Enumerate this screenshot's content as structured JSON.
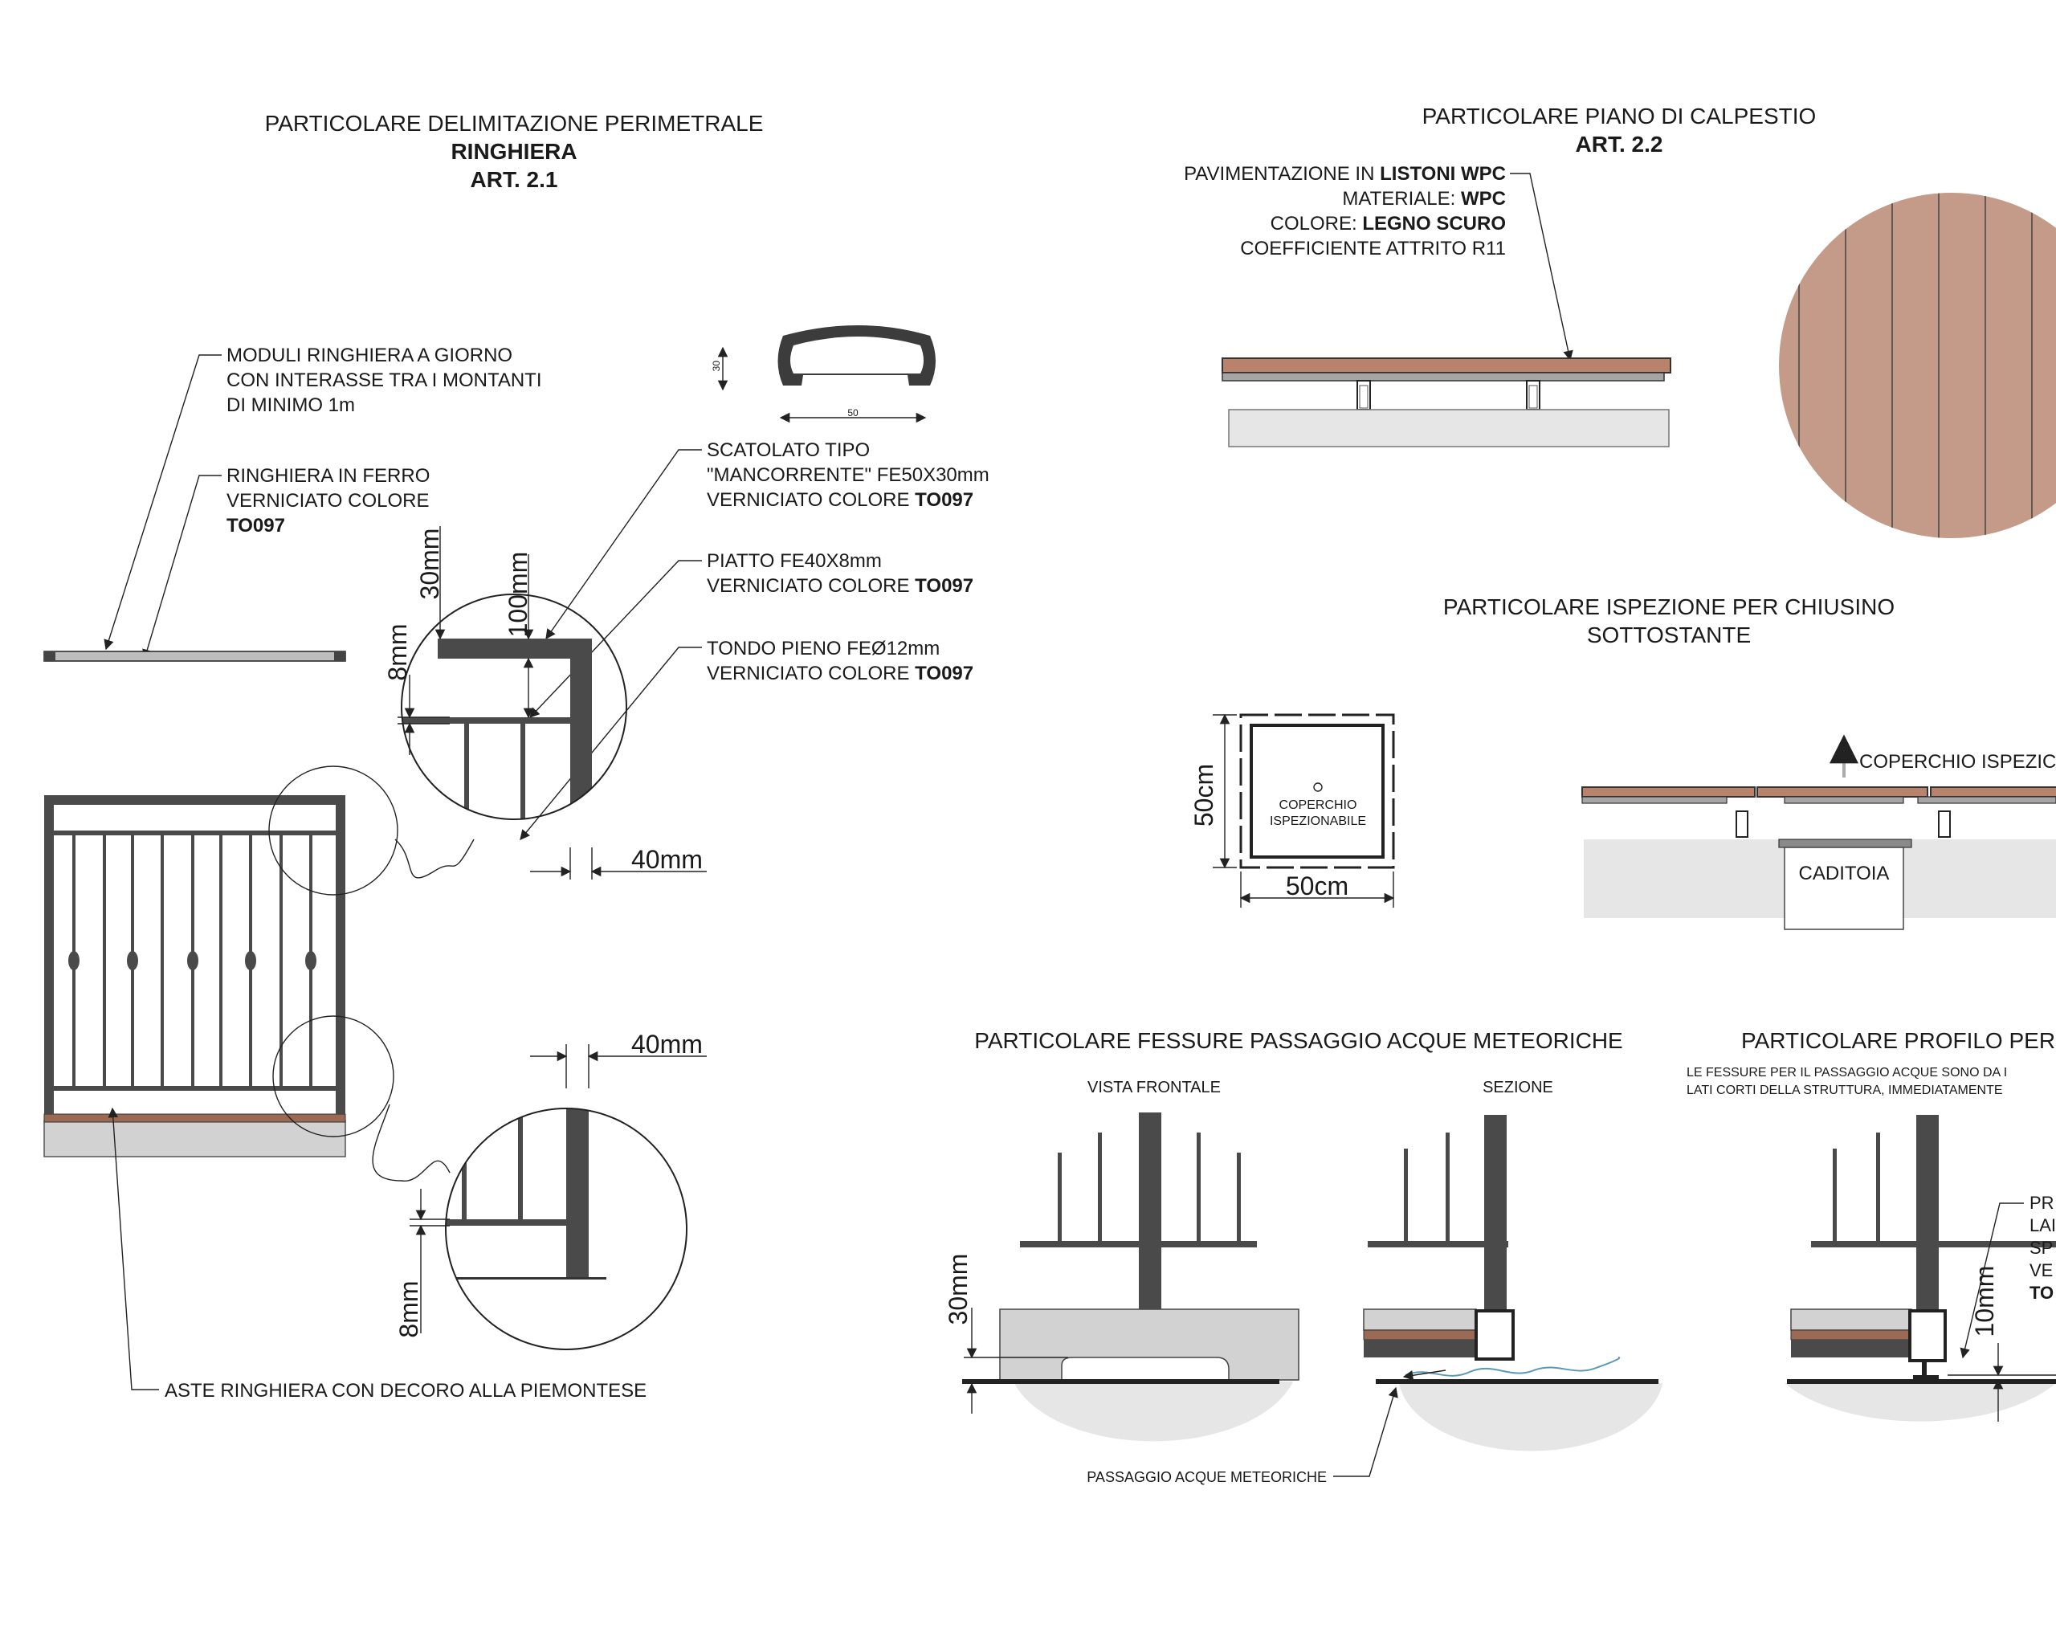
{
  "ringhiera": {
    "title": "PARTICOLARE DELIMITAZIONE PERIMETRALE",
    "subtitle": "RINGHIERA",
    "art": "ART. 2.1",
    "note_moduli": [
      "MODULI RINGHIERA A GIORNO",
      "CON INTERASSE TRA I MONTANTI",
      "DI MINIMO 1m"
    ],
    "note_ferro": [
      "RINGHIERA IN FERRO",
      "VERNICIATO COLORE",
      "TO097"
    ],
    "note_scatolato": [
      "SCATOLATO TIPO",
      "\"MANCORRENTE\" FE50X30mm",
      "VERNICIATO COLORE ",
      "TO097"
    ],
    "note_piatto": [
      "PIATTO FE40X8mm",
      "VERNICIATO COLORE ",
      "TO097"
    ],
    "note_tondo": [
      "TONDO PIENO FEØ12mm",
      "VERNICIATO COLORE ",
      "TO097"
    ],
    "note_aste": "ASTE RINGHIERA CON DECORO ALLA PIEMONTESE",
    "dim_profile_h": "30",
    "dim_profile_w": "50",
    "dim_30mm": "30mm",
    "dim_100mm": "100mm",
    "dim_8mm_top": "8mm",
    "dim_40mm_top": "40mm",
    "dim_40mm_bottom": "40mm",
    "dim_8mm_bottom": "8mm"
  },
  "calpestio": {
    "title": "PARTICOLARE PIANO DI CALPESTIO",
    "art": "ART. 2.2",
    "note": [
      {
        "plain": "PAVIMENTAZIONE IN ",
        "bold": "LISTONI WPC"
      },
      {
        "plain": "MATERIALE: ",
        "bold": "WPC"
      },
      {
        "plain": "COLORE: ",
        "bold": "LEGNO SCURO"
      },
      {
        "plain": "COEFFICIENTE ATTRITO R11",
        "bold": ""
      }
    ]
  },
  "ispezione": {
    "title": [
      "PARTICOLARE ISPEZIONE PER CHIUSINO",
      "SOTTOSTANTE"
    ],
    "cover_label": [
      "COPERCHIO",
      "ISPEZIONABILE"
    ],
    "dim_h": "50cm",
    "dim_w": "50cm",
    "arrow_label": "COPERCHIO ISPEZIC",
    "caditoia": "CADITOIA"
  },
  "fessure": {
    "title": "PARTICOLARE FESSURE PASSAGGIO ACQUE METEORICHE",
    "view_front": "VISTA FRONTALE",
    "view_section": "SEZIONE",
    "dim_30mm": "30mm",
    "note_passaggio": "PASSAGGIO ACQUE METEORICHE"
  },
  "profilo": {
    "title": "PARTICOLARE PROFILO PER",
    "note": [
      "LE FESSURE PER IL PASSAGGIO ACQUE SONO DA I",
      "LATI CORTI DELLA STRUTTURA, IMMEDIATAMENTE"
    ],
    "side_note": [
      "PR",
      "LAI",
      "SP",
      "VE",
      "TO"
    ],
    "dim_10mm": "10mm"
  },
  "colors": {
    "wood": "#b9826b",
    "wood_detail": "#c49a88",
    "steel": "#4a4a4a",
    "concrete": "#d2d2d2"
  }
}
